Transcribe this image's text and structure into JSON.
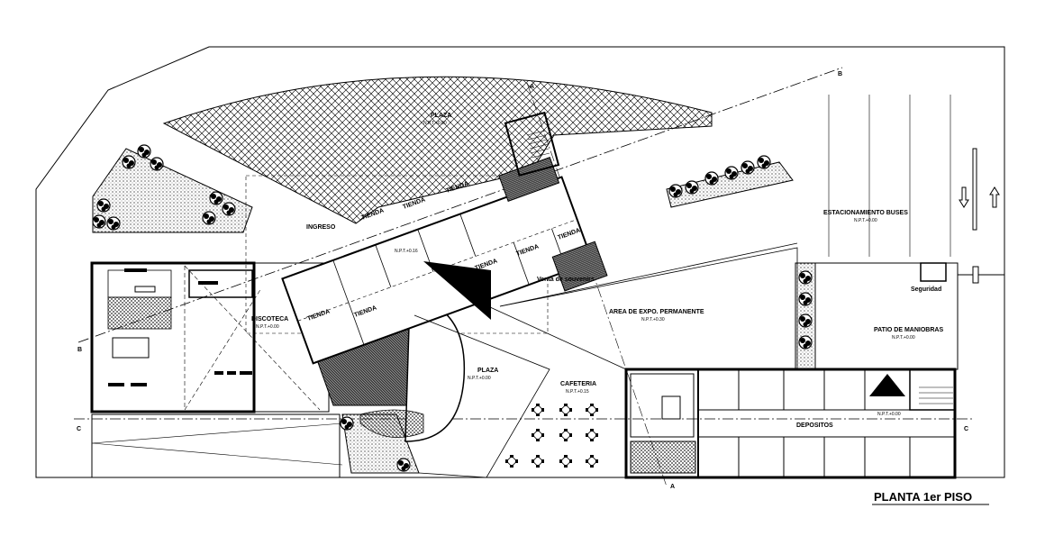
{
  "drawing": {
    "title": "PLANTA 1er PISO",
    "spaces": {
      "plaza_top": "PLAZA",
      "plaza_top_level": "N.P.T.+0.00",
      "ingreso": "INGRESO",
      "tienda": "TIENDA",
      "npt_center": "N.P.T.+0.16",
      "souvenirs": "Venta de souvenirs",
      "discoteca": "DISCOTECA",
      "discoteca_level": "N.P.T.+0.00",
      "area_expo": "AREA DE EXPO. PERMANENTE",
      "area_expo_level": "N.P.T.+0.30",
      "plaza_bottom": "PLAZA",
      "plaza_bottom_level": "N.P.T.+0.00",
      "cafeteria": "CAFETERIA",
      "cafeteria_level": "N.P.T.+0.15",
      "estacionamiento": "ESTACIONAMIENTO BUSES",
      "estacionamiento_level": "N.P.T.+0.00",
      "seguridad": "Seguridad",
      "patio": "PATIO DE MANIOBRAS",
      "patio_level": "N.P.T.+0.00",
      "depositos": "DEPOSITOS",
      "depositos_level": "N.P.T.+0.00"
    },
    "section_marks": {
      "a": "A",
      "b": "B",
      "c": "C"
    }
  }
}
